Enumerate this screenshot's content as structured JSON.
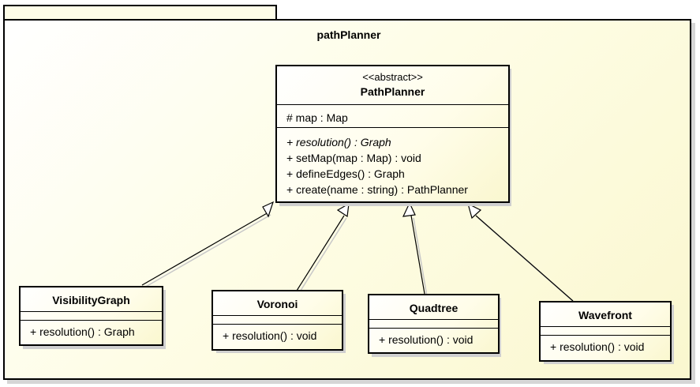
{
  "package": {
    "name": "pathPlanner"
  },
  "abstract_class": {
    "stereotype": "<<abstract>>",
    "name": "PathPlanner",
    "attributes": [
      "# map : Map"
    ],
    "operations": [
      {
        "text": "+ resolution() : Graph",
        "abstract": true
      },
      {
        "text": "+ setMap(map : Map) : void",
        "abstract": false
      },
      {
        "text": "+ defineEdges() : Graph",
        "abstract": false
      },
      {
        "text": "+ create(name : string) : PathPlanner",
        "abstract": false
      }
    ]
  },
  "subclasses": [
    {
      "name": "VisibilityGraph",
      "operation": "+ resolution() : Graph"
    },
    {
      "name": "Voronoi",
      "operation": "+ resolution() : void"
    },
    {
      "name": "Quadtree",
      "operation": "+ resolution() : void"
    },
    {
      "name": "Wavefront",
      "operation": "+ resolution() : void"
    }
  ],
  "colors": {
    "fill": "#fefde6",
    "line": "#000000",
    "shadow": "#d6d6d6"
  }
}
